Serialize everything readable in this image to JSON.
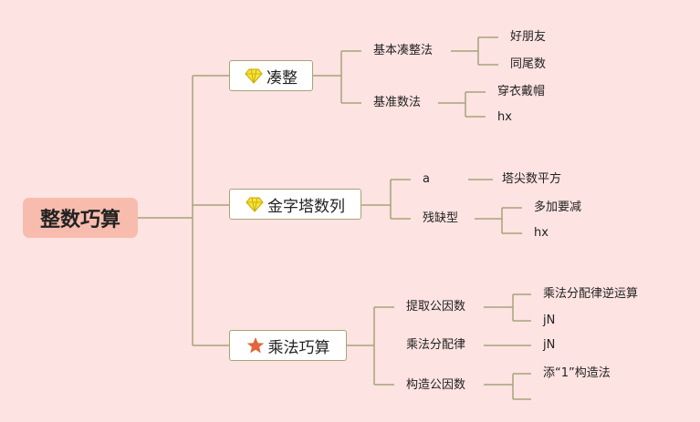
{
  "root": {
    "label": "整数巧算"
  },
  "branches": [
    {
      "label": "凑整",
      "icon": "gem-icon",
      "subs": [
        {
          "label": "基本凑整法",
          "leaves": [
            "好朋友",
            "同尾数"
          ]
        },
        {
          "label": "基准数法",
          "leaves": [
            "穿衣戴帽",
            "hx"
          ]
        }
      ]
    },
    {
      "label": "金字塔数列",
      "icon": "gem-icon",
      "subs": [
        {
          "label": "a",
          "leaves": [
            "塔尖数平方"
          ]
        },
        {
          "label": "残缺型",
          "leaves": [
            "多加要减",
            "hx"
          ]
        }
      ]
    },
    {
      "label": "乘法巧算",
      "icon": "star-icon",
      "subs": [
        {
          "label": "提取公因数",
          "leaves": [
            "乘法分配律逆运算",
            "jN"
          ]
        },
        {
          "label": "乘法分配律",
          "leaves": [
            "jN"
          ]
        },
        {
          "label": "构造公因数",
          "leaves": [
            "添“1”构造法",
            ""
          ]
        }
      ]
    }
  ],
  "colors": {
    "line": "#a7a37a",
    "root_fill": "#f8bcae",
    "background": "#fde3e1",
    "gem": "#f5e23a",
    "star": "#e2653c"
  }
}
